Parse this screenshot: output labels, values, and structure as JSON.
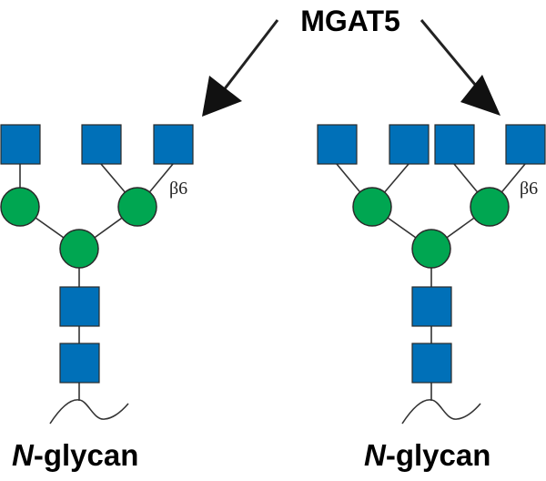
{
  "enzyme_label": "MGAT5",
  "linkage_label": "β6",
  "structures": [
    {
      "name_italic": "N",
      "name_rest": "-glycan"
    },
    {
      "name_italic": "N",
      "name_rest": "-glycan"
    }
  ],
  "colors": {
    "glcnac": "#0070b8",
    "mannose": "#00a651"
  }
}
